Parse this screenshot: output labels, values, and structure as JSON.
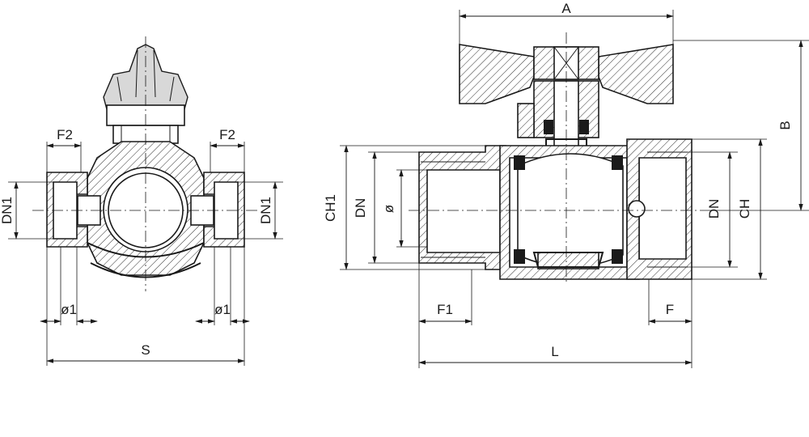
{
  "left_view": {
    "dims": {
      "f2_left": "F2",
      "f2_right": "F2",
      "dn1_left": "DN1",
      "dn1_right": "DN1",
      "d1_left": "ø1",
      "d1_right": "ø1",
      "s": "S"
    }
  },
  "right_view": {
    "dims": {
      "a": "A",
      "b": "B",
      "ch1": "CH1",
      "dn_left": "DN",
      "phi": "ø",
      "dn_right": "DN",
      "ch": "CH",
      "f1": "F1",
      "f": "F",
      "l": "L"
    }
  }
}
